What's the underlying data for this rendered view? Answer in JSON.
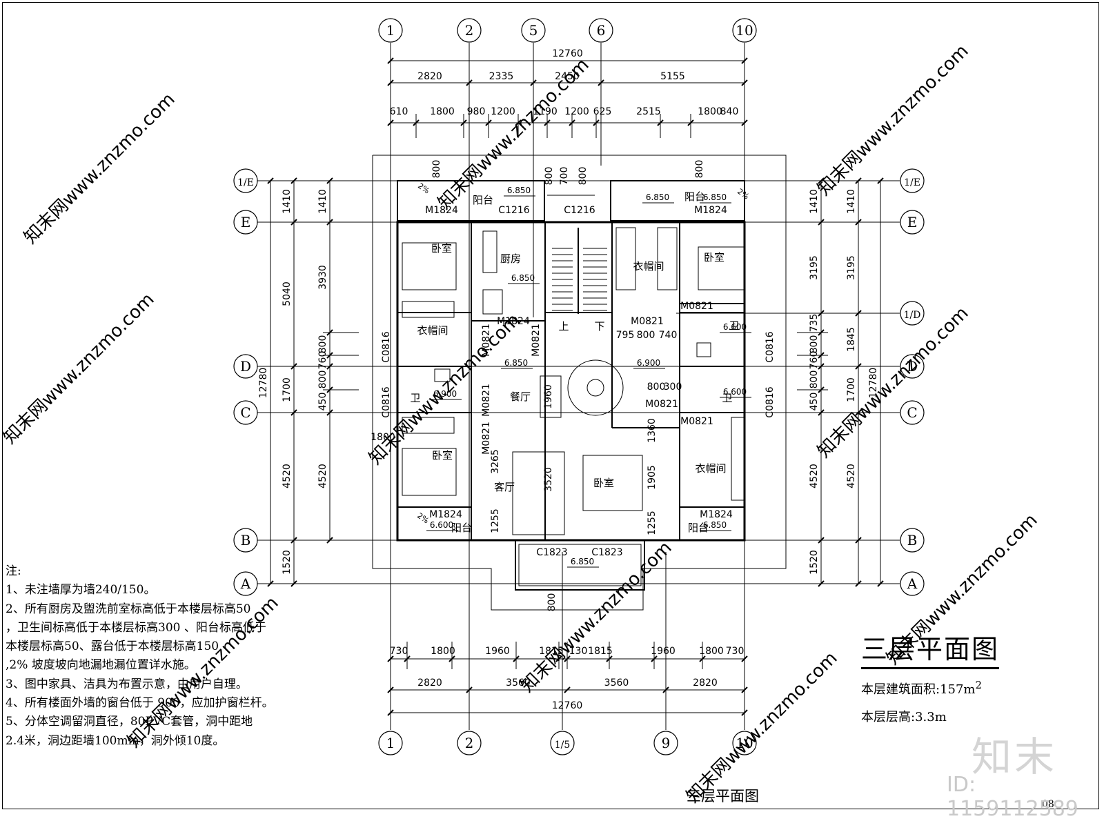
{
  "drawing": {
    "title": "三层平面图",
    "subtitle": "三层平面图",
    "area_label": "本层建筑面积:157m",
    "area_superscript": "2",
    "height_label": "本层层高:3.3m",
    "page_number": "08",
    "id_text": "ID: 1159112589",
    "logo_text": "知末"
  },
  "axes": {
    "top": [
      "1",
      "2",
      "5",
      "6",
      "10"
    ],
    "bottom": [
      "1",
      "2",
      "1/5",
      "9",
      "10"
    ],
    "left": [
      "1/E",
      "E",
      "D",
      "C",
      "B",
      "A"
    ],
    "right": [
      "1/E",
      "E",
      "1/D",
      "D",
      "C",
      "B",
      "A"
    ]
  },
  "dimensions": {
    "top_total": "12760",
    "top_mid": [
      "2820",
      "2335",
      "2450",
      "5155"
    ],
    "top_detail": [
      "610",
      "1800",
      "980",
      "1200",
      "1190",
      "1200",
      "625",
      "2515",
      "1800",
      "840"
    ],
    "top_inner": [
      "800",
      "800",
      "700",
      "800",
      "800"
    ],
    "bottom_detail": [
      "730",
      "1800",
      "1960",
      "1815",
      "130",
      "1815",
      "1960",
      "1800",
      "730"
    ],
    "bottom_mid": [
      "2820",
      "3560",
      "3560",
      "2820"
    ],
    "bottom_total": "12760",
    "bottom_inner": "800",
    "left_outer": [
      "12780"
    ],
    "left_a": [
      "1410",
      "5040",
      "1700",
      "4520",
      "1520"
    ],
    "left_b": [
      "1410",
      "3930",
      "800",
      "760",
      "800",
      "450",
      "4520"
    ],
    "right_a": [
      "1410",
      "3195",
      "735",
      "800",
      "760",
      "800",
      "450",
      "4520",
      "1520"
    ],
    "right_b": [
      "1410",
      "3195",
      "1845",
      "1700",
      "4520"
    ],
    "right_outer": [
      "12780"
    ],
    "side_800": [
      "800",
      "800",
      "800",
      "800",
      "800"
    ]
  },
  "rooms": {
    "bedroom": "卧室",
    "kitchen": "厨房",
    "wardrobe": "衣帽间",
    "bath": "卫",
    "dining": "餐厅",
    "living": "客厅",
    "balcony": "阳台",
    "up": "上",
    "down": "下"
  },
  "openings": [
    "M1824",
    "C1216",
    "C1216",
    "M1824",
    "M0821",
    "M1824",
    "M0821",
    "M0821",
    "M0821",
    "M0821",
    "M0821",
    "M0821",
    "M0821",
    "C0816",
    "C0816",
    "C0816",
    "C0816",
    "M1824",
    "M1824",
    "C1823",
    "C1823"
  ],
  "levels": [
    "6.850",
    "6.850",
    "6.850",
    "6.850",
    "6.900",
    "6.900",
    "6.600",
    "6.600",
    "6.600",
    "6.850",
    "6.850",
    "6.850"
  ],
  "small_dims": [
    "795",
    "800",
    "740",
    "800",
    "300",
    "1360",
    "1905",
    "1255",
    "3265",
    "1255",
    "1960",
    "3520",
    "1800"
  ],
  "slope": "2%",
  "notes": {
    "heading": "注:",
    "lines": [
      "1、未注墙厚为墙240/150。",
      "2、所有厨房及盥洗前室标高低于本楼层标高50",
      "，卫生间标高低于本楼层标高300 、阳台标高低于",
      "本楼层标高50、露台低于本楼层标高150",
      ",2% 坡度坡向地漏地漏位置详水施。",
      "3、图中家具、洁具为布置示意，由用户自理。",
      "4、所有楼面外墙的窗台低于 900，应加护窗栏杆。",
      "5、分体空调留洞直径，80PVC套管，洞中距地",
      "2.4米，洞边距墙100mm，洞外倾10度。"
    ]
  },
  "watermark": "知末网www.znzmo.com"
}
